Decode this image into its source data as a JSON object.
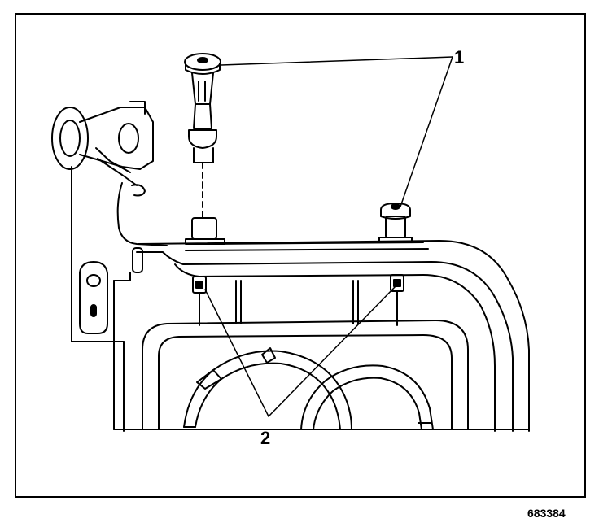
{
  "callouts": {
    "c1": "1",
    "c2": "2"
  },
  "figure_id": "683384",
  "colors": {
    "line": "#000000",
    "background": "#ffffff"
  }
}
